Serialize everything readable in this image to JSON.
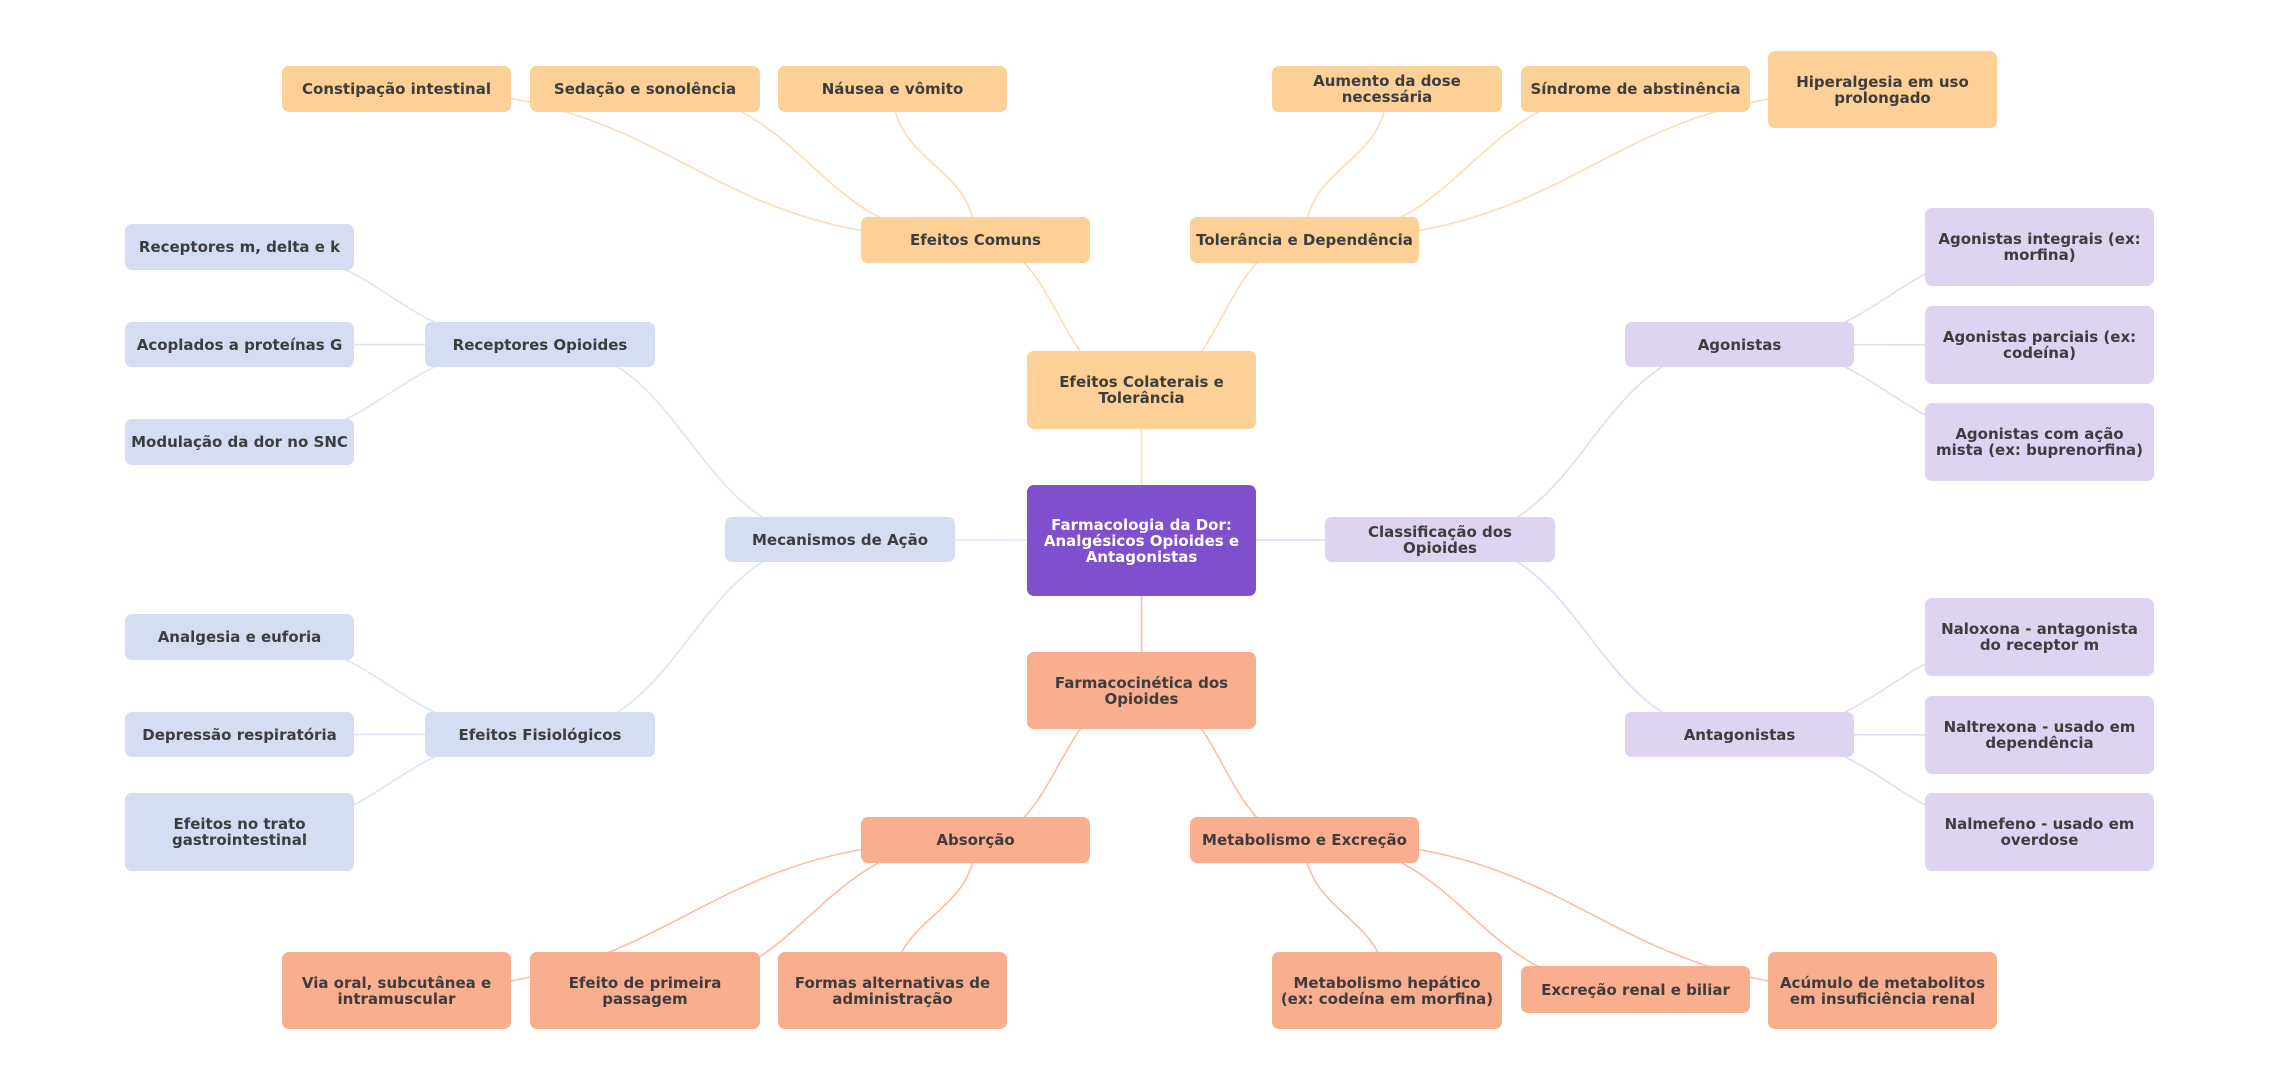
{
  "diagram": {
    "type": "mindmap",
    "title": "Farmacologia da Dor: Analgésicos Opioides e Antagonistas",
    "colors": {
      "root": "#7F4FCD",
      "side_effects": "#FCD096",
      "side_effects_edge": "#FDDCB2",
      "pharmacokinetics": "#F9AE8F",
      "pharmacokinetics_edge": "#F9BFA5",
      "mechanisms": "#D5DDF2",
      "mechanisms_edge": "#DDE4F5",
      "classification": "#DED3F1",
      "classification_edge": "#E2D9F3"
    },
    "nodes": [
      {
        "id": "root",
        "label": "Farmacologia da Dor: Analgésicos Opioides e Antagonistas",
        "group": "root"
      },
      {
        "id": "efeitos",
        "label": "Efeitos Colaterais e Tolerância",
        "group": "side_effects",
        "parent": "root"
      },
      {
        "id": "comuns",
        "label": "Efeitos Comuns",
        "group": "side_effects",
        "parent": "efeitos"
      },
      {
        "id": "constipacao",
        "label": "Constipação intestinal",
        "group": "side_effects",
        "parent": "comuns"
      },
      {
        "id": "sedacao",
        "label": "Sedação e sonolência",
        "group": "side_effects",
        "parent": "comuns"
      },
      {
        "id": "nausea",
        "label": "Náusea e vômito",
        "group": "side_effects",
        "parent": "comuns"
      },
      {
        "id": "tolerancia",
        "label": "Tolerância e Dependência",
        "group": "side_effects",
        "parent": "efeitos"
      },
      {
        "id": "aumento",
        "label": "Aumento da dose necessária",
        "group": "side_effects",
        "parent": "tolerancia"
      },
      {
        "id": "sindrome",
        "label": "Síndrome de abstinência",
        "group": "side_effects",
        "parent": "tolerancia"
      },
      {
        "id": "hiperalgesia",
        "label": "Hiperalgesia em uso prolongado",
        "group": "side_effects",
        "parent": "tolerancia"
      },
      {
        "id": "mecanismos",
        "label": "Mecanismos de Ação",
        "group": "mechanisms",
        "parent": "root"
      },
      {
        "id": "receptores",
        "label": "Receptores Opioides",
        "group": "mechanisms",
        "parent": "mecanismos"
      },
      {
        "id": "rec_mdk",
        "label": "Receptores m, delta e k",
        "group": "mechanisms",
        "parent": "receptores"
      },
      {
        "id": "acoplados",
        "label": "Acoplados a proteínas G",
        "group": "mechanisms",
        "parent": "receptores"
      },
      {
        "id": "modulacao",
        "label": "Modulação da dor no SNC",
        "group": "mechanisms",
        "parent": "receptores"
      },
      {
        "id": "fisiologicos",
        "label": "Efeitos Fisiológicos",
        "group": "mechanisms",
        "parent": "mecanismos"
      },
      {
        "id": "analgesia",
        "label": "Analgesia e euforia",
        "group": "mechanisms",
        "parent": "fisiologicos"
      },
      {
        "id": "depressao",
        "label": "Depressão respiratória",
        "group": "mechanisms",
        "parent": "fisiologicos"
      },
      {
        "id": "gastro",
        "label": "Efeitos no trato gastrointestinal",
        "group": "mechanisms",
        "parent": "fisiologicos"
      },
      {
        "id": "classificacao",
        "label": "Classificação dos Opioides",
        "group": "classification",
        "parent": "root"
      },
      {
        "id": "agonistas",
        "label": "Agonistas",
        "group": "classification",
        "parent": "classificacao"
      },
      {
        "id": "ag_integrais",
        "label": "Agonistas integrais (ex: morfina)",
        "group": "classification",
        "parent": "agonistas"
      },
      {
        "id": "ag_parciais",
        "label": "Agonistas parciais (ex: codeína)",
        "group": "classification",
        "parent": "agonistas"
      },
      {
        "id": "ag_mista",
        "label": "Agonistas com ação mista (ex: buprenorfina)",
        "group": "classification",
        "parent": "agonistas"
      },
      {
        "id": "antagonistas",
        "label": "Antagonistas",
        "group": "classification",
        "parent": "classificacao"
      },
      {
        "id": "naloxona",
        "label": "Naloxona - antagonista do receptor m",
        "group": "classification",
        "parent": "antagonistas"
      },
      {
        "id": "naltrexona",
        "label": "Naltrexona - usado em dependência",
        "group": "classification",
        "parent": "antagonistas"
      },
      {
        "id": "nalmefeno",
        "label": "Nalmefeno - usado em overdose",
        "group": "classification",
        "parent": "antagonistas"
      },
      {
        "id": "farmacocinetica",
        "label": "Farmacocinética dos Opioides",
        "group": "pharmacokinetics",
        "parent": "root"
      },
      {
        "id": "absorcao",
        "label": "Absorção",
        "group": "pharmacokinetics",
        "parent": "farmacocinetica"
      },
      {
        "id": "via_oral",
        "label": "Via oral, subcutânea e intramuscular",
        "group": "pharmacokinetics",
        "parent": "absorcao"
      },
      {
        "id": "primeira_passagem",
        "label": "Efeito de primeira passagem",
        "group": "pharmacokinetics",
        "parent": "absorcao"
      },
      {
        "id": "formas",
        "label": "Formas alternativas de administração",
        "group": "pharmacokinetics",
        "parent": "absorcao"
      },
      {
        "id": "metabolismo",
        "label": "Metabolismo e Excreção",
        "group": "pharmacokinetics",
        "parent": "farmacocinetica"
      },
      {
        "id": "hepatico",
        "label": "Metabolismo hepático (ex: codeína em morfina)",
        "group": "pharmacokinetics",
        "parent": "metabolismo"
      },
      {
        "id": "excrecao",
        "label": "Excreção renal e biliar",
        "group": "pharmacokinetics",
        "parent": "metabolismo"
      },
      {
        "id": "acumulo",
        "label": "Acúmulo de metabolitos em insuficiência renal",
        "group": "pharmacokinetics",
        "parent": "metabolismo"
      }
    ]
  }
}
